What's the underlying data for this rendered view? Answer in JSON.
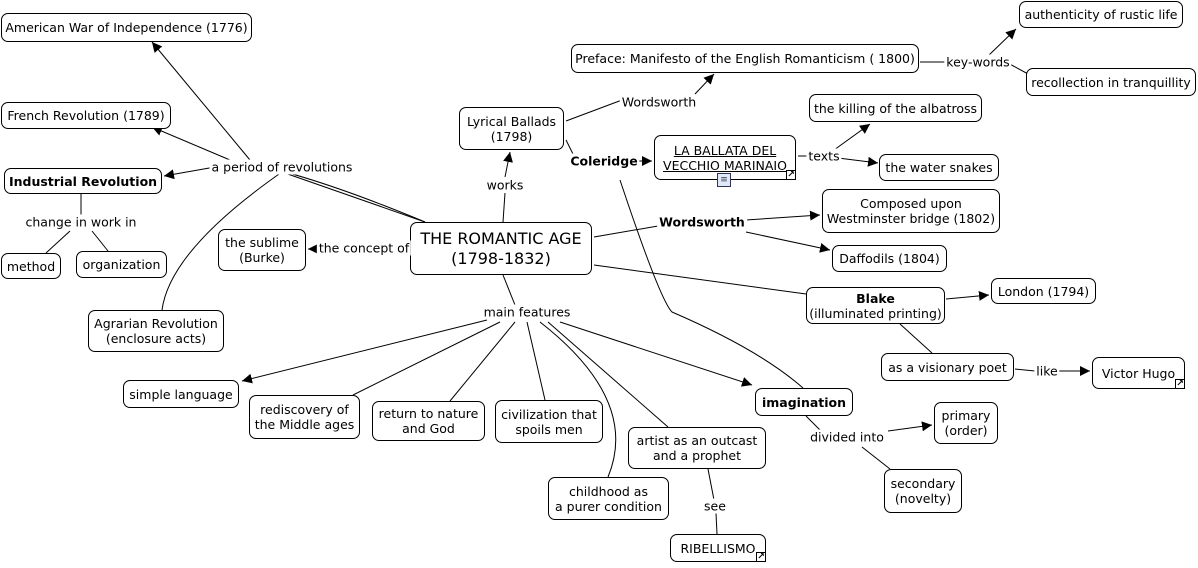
{
  "nodes": {
    "main": "THE ROMANTIC AGE",
    "main_years": "(1798-1832)",
    "american_war": "American War of Independence (1776)",
    "french_rev": "French Revolution (1789)",
    "industrial_rev": "Industrial Revolution",
    "method": "method",
    "organization": "organization",
    "agrarian_l1": "Agrarian Revolution",
    "agrarian_l2": "(enclosure acts)",
    "sublime_l1": "the sublime",
    "sublime_l2": "(Burke)",
    "lyrical_l1": "Lyrical Ballads",
    "lyrical_l2": "(1798)",
    "preface": "Preface: Manifesto of the English Romanticism ( 1800)",
    "authenticity": "authenticity of rustic life",
    "recollection": "recollection in tranquillity",
    "ballata_l1": "LA BALLATA DEL",
    "ballata_l2": "VECCHIO MARINAIO",
    "albatross": "the killing of the albatross",
    "water_snakes": "the water snakes",
    "westminster_l1": "Composed upon",
    "westminster_l2": "Westminster bridge (1802)",
    "daffodils": "Daffodils (1804)",
    "blake": "Blake",
    "blake_sub": "(illuminated printing)",
    "london": "London (1794)",
    "visionary": "as a visionary poet",
    "victor_hugo": "Victor Hugo",
    "simple_language": "simple language",
    "middle_ages_l1": "rediscovery of",
    "middle_ages_l2": "the Middle ages",
    "nature_l1": "return to nature",
    "nature_l2": "and God",
    "civilization_l1": "civilization that",
    "civilization_l2": "spoils men",
    "childhood_l1": "childhood as",
    "childhood_l2": "a purer condition",
    "outcast_l1": "artist as an outcast",
    "outcast_l2": "and a prophet",
    "ribellismo": "RIBELLISMO",
    "imagination": "imagination",
    "primary_l1": "primary",
    "primary_l2": "(order)",
    "secondary_l1": "secondary",
    "secondary_l2": "(novelty)"
  },
  "labels": {
    "period_of_revolutions": "a period of revolutions",
    "change_in_work": "change in work in",
    "concept_of": "the concept of",
    "works": "works",
    "wordsworth_top": "Wordsworth",
    "coleridge": "Coleridge",
    "key_words": "key-words",
    "texts": "texts",
    "wordsworth": "Wordsworth",
    "main_features": "main features",
    "see": "see",
    "divided_into": "divided into",
    "like": "like"
  },
  "colors": {
    "line": "#000000",
    "node_border": "#000000",
    "background": "#ffffff"
  }
}
